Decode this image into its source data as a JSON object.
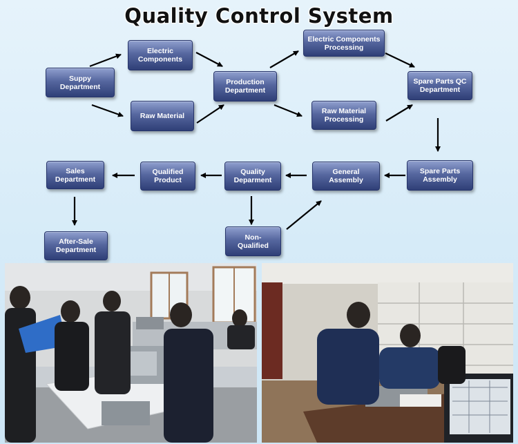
{
  "title": "Quality Control System",
  "nodes": {
    "supply": "Suppy\nDepartment",
    "electric": "Electric\nComponents",
    "raw_material": "Raw Material",
    "production": "Production\nDepartment",
    "ec_processing": "Electric Components\nProcessing",
    "rm_processing": "Raw Material\nProcessing",
    "spare_qc": "Spare Parts QC\nDepartment",
    "spare_assembly": "Spare Parts\nAssembly",
    "general_assembly": "General\nAssembly",
    "quality": "Quality\nDeparment",
    "qualified": "Qualified\nProduct",
    "sales": "Sales\nDepartment",
    "after_sale": "After-Sale\nDepartment",
    "non_qualified": "Non-\nQualified"
  },
  "colors": {
    "box_top": "#8f9fce",
    "box_bottom": "#2f3f77",
    "arrow": "#000000"
  }
}
